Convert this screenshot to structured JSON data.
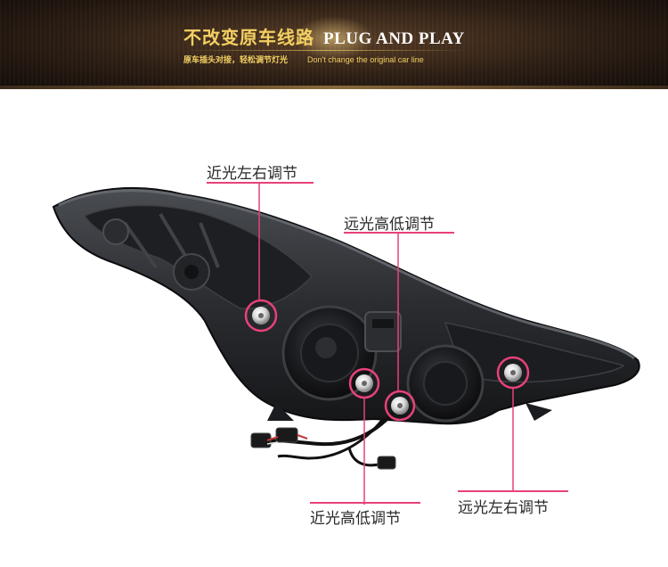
{
  "banner": {
    "title_cn": "不改变原车线路",
    "title_en": "PLUG AND PLAY",
    "subtitle_cn": "原车插头对接，轻松调节灯光",
    "subtitle_en": "Don't change the original car line"
  },
  "callouts": {
    "low_beam_lr": "近光左右调节",
    "high_beam_ud": "远光高低调节",
    "low_beam_ud": "近光高低调节",
    "high_beam_lr": "远光左右调节"
  },
  "colors": {
    "accent": "#e8417a",
    "banner_text": "#f3d062",
    "banner_bg": "#2c1e14",
    "label_text": "#2a2a2a"
  }
}
